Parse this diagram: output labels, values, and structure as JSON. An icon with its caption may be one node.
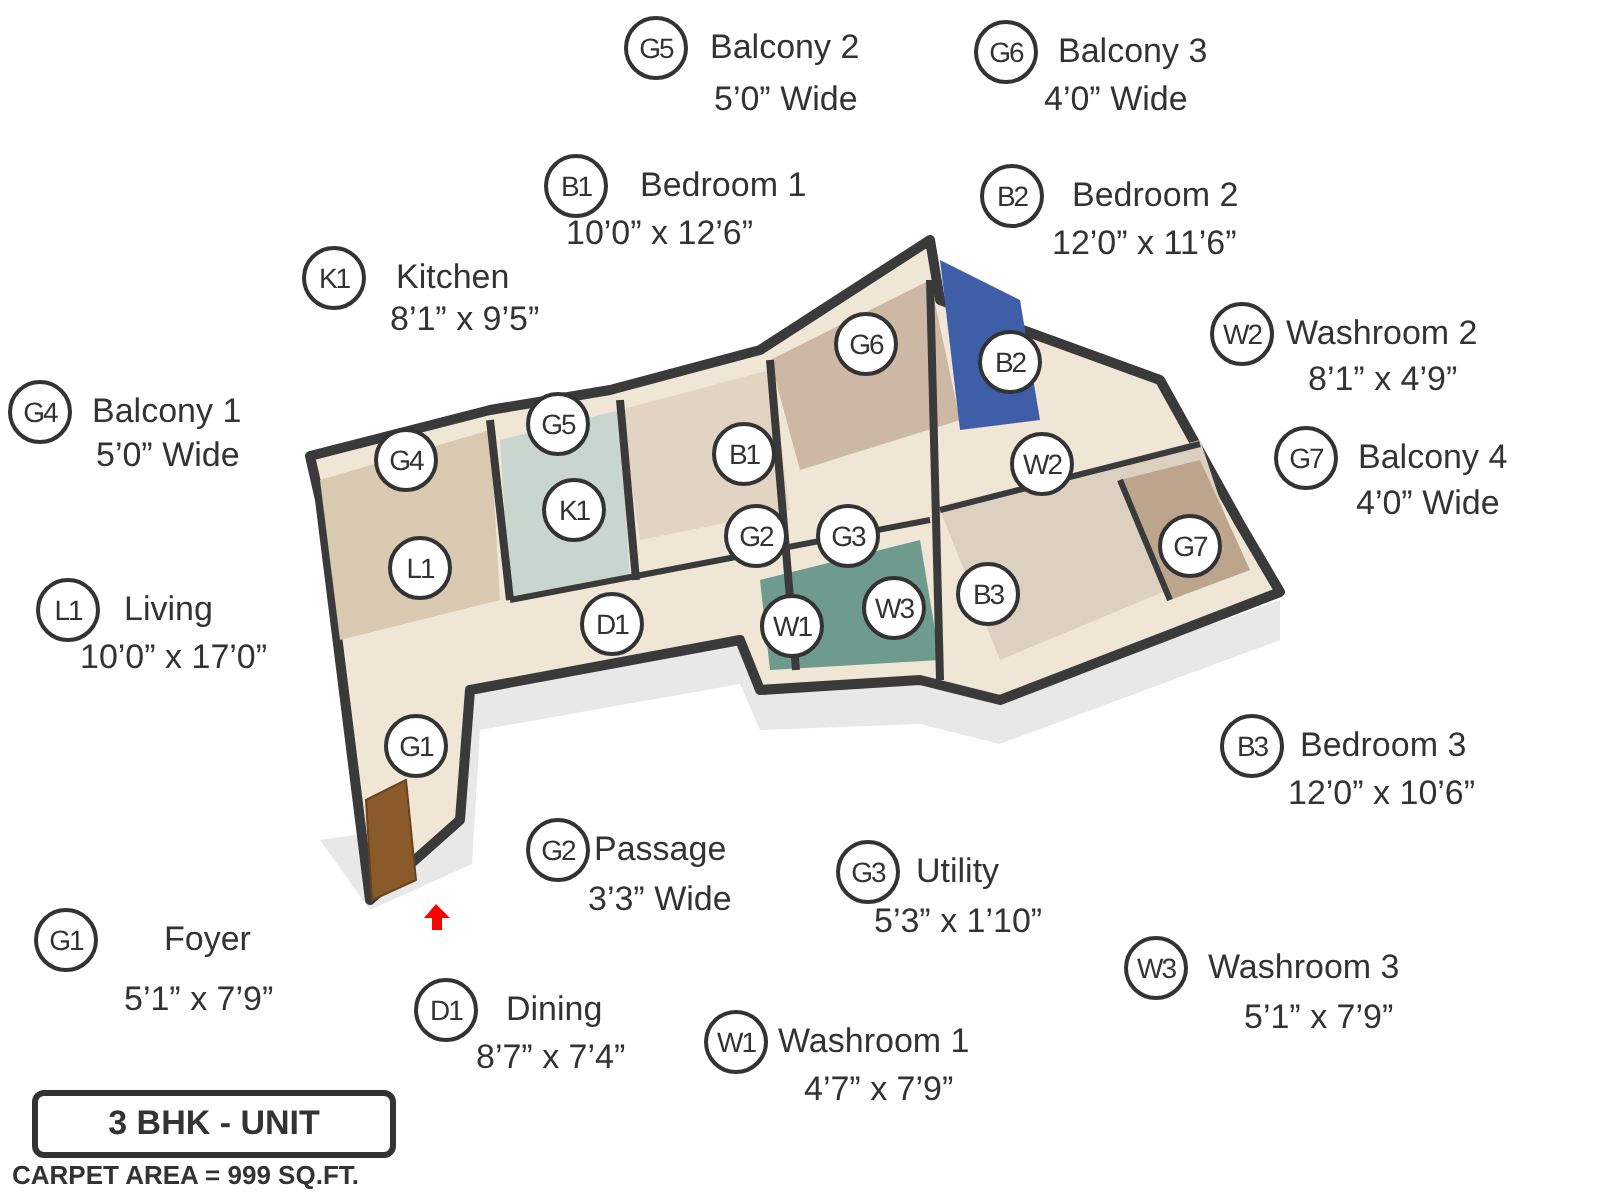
{
  "diagram": {
    "nodes": [
      {
        "text": [
          "G5"
        ],
        "beside": [
          "Balcony 2",
          "5’0” Wide"
        ]
      },
      {
        "text": [
          "G6"
        ],
        "beside": [
          "Balcony 3",
          "4’0” Wide"
        ]
      },
      {
        "text": [
          "B1"
        ],
        "beside": [
          "Bedroom 1",
          "10’0” x 12’6”"
        ]
      },
      {
        "text": [
          "B2"
        ],
        "beside": [
          "Bedroom 2",
          "12’0” x 11’6”"
        ]
      },
      {
        "text": [
          "K1"
        ],
        "beside": [
          "Kitchen",
          "8’1” x 9’5”"
        ]
      },
      {
        "text": [
          "W2"
        ],
        "beside": [
          "Washroom 2",
          "8’1” x 4’9”"
        ]
      },
      {
        "text": [
          "G4"
        ],
        "beside": [
          "Balcony 1",
          "5’0” Wide"
        ]
      },
      {
        "text": [
          "G7"
        ],
        "beside": [
          "Balcony 4",
          "4’0” Wide"
        ]
      },
      {
        "text": [
          "L1"
        ],
        "beside": [
          "Living",
          "10’0” x 17’0”"
        ]
      },
      {
        "text": [
          "B3"
        ],
        "beside": [
          "Bedroom 3",
          "12’0” x 10’6”"
        ]
      },
      {
        "text": [
          "G2"
        ],
        "beside": [
          "Passage",
          "3’3” Wide"
        ]
      },
      {
        "text": [
          "G3"
        ],
        "beside": [
          "Utility",
          "5’3” x 1’10”"
        ]
      },
      {
        "text": [
          "G1"
        ],
        "beside": [
          "Foyer",
          "5’1” x 7’9”"
        ]
      },
      {
        "text": [
          "W3"
        ],
        "beside": [
          "Washroom 3",
          "5’1” x 7’9”"
        ]
      },
      {
        "text": [
          "D1"
        ],
        "beside": [
          "Dining",
          "8’7” x 7’4”"
        ]
      },
      {
        "text": [
          "W1"
        ],
        "beside": [
          "Washroom 1",
          "4’7” x 7’9”"
        ]
      },
      {
        "text": [
          "3 BHK - UNIT"
        ],
        "beside": [
          "CARPET AREA = 999 SQ.FT."
        ]
      },
      {
        "text": [],
        "shape": "picture"
      },
      {
        "text": [
          "G6"
        ],
        "in": 17
      },
      {
        "text": [
          "B2"
        ],
        "in": 17
      },
      {
        "text": [
          "G5"
        ],
        "in": 17
      },
      {
        "text": [
          "G4"
        ],
        "in": 17
      },
      {
        "text": [
          "B1"
        ],
        "in": 17
      },
      {
        "text": [
          "W2"
        ],
        "in": 17
      },
      {
        "text": [
          "K1"
        ],
        "in": 17
      },
      {
        "text": [
          "G2"
        ],
        "in": 17
      },
      {
        "text": [
          "G3"
        ],
        "in": 17
      },
      {
        "text": [
          "G7"
        ],
        "in": 17
      },
      {
        "text": [
          "L1"
        ],
        "in": 17
      },
      {
        "text": [
          "B3"
        ],
        "in": 17
      },
      {
        "text": [
          "W3"
        ],
        "in": 17
      },
      {
        "text": [
          "D1"
        ],
        "in": 17
      },
      {
        "text": [
          "W1"
        ],
        "in": 17
      },
      {
        "text": [
          "G1"
        ],
        "in": 17
      }
    ],
    "edges": []
  }
}
